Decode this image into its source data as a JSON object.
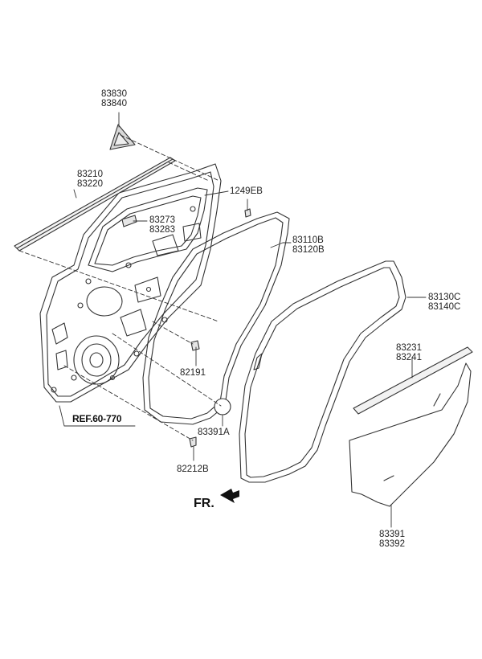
{
  "labels": {
    "p83830": "83830",
    "p83840": "83840",
    "p83210": "83210",
    "p83220": "83220",
    "p1249EB": "1249EB",
    "p83273": "83273",
    "p83283": "83283",
    "p83110B": "83110B",
    "p83120B": "83120B",
    "p83130C": "83130C",
    "p83140C": "83140C",
    "p82191": "82191",
    "p83231": "83231",
    "p83241": "83241",
    "p83391A": "83391A",
    "p82212B": "82212B",
    "p83391": "83391",
    "p83392": "83392",
    "ref": "REF.60-770",
    "fr": "FR."
  }
}
